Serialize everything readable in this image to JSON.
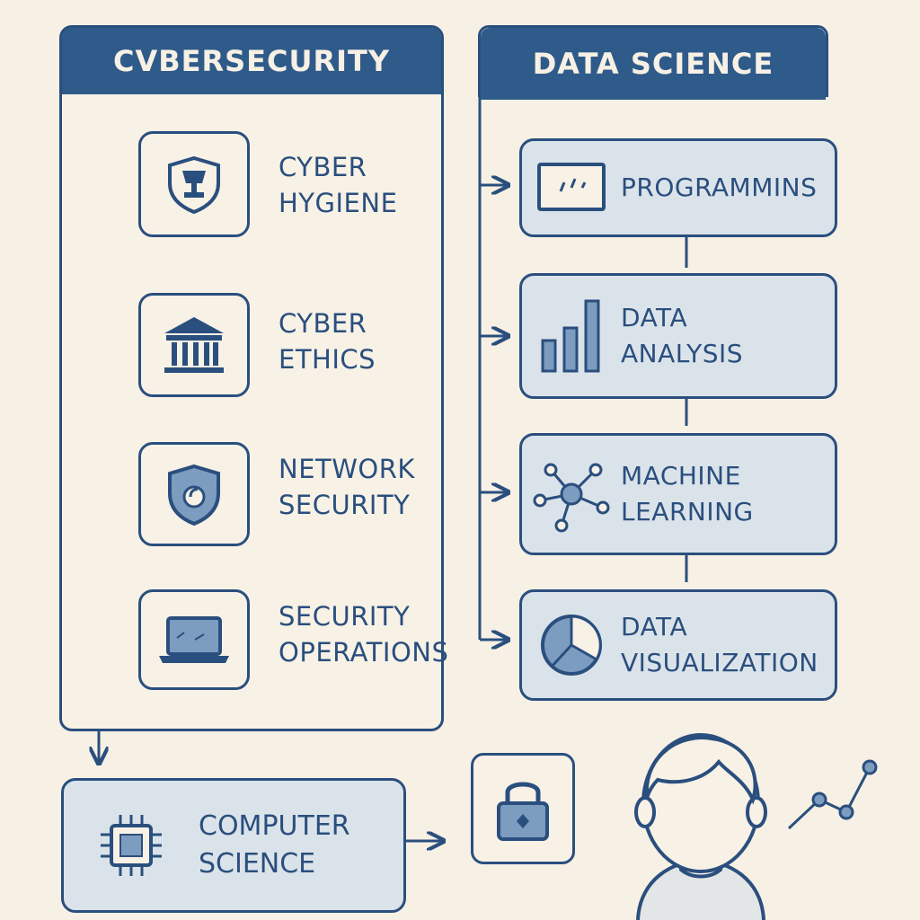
{
  "cybersecurity": {
    "title": "CVBERSECURITY",
    "items": [
      {
        "line1": "CYBER",
        "line2": "HYGIENE",
        "icon": "shield-trophy-icon"
      },
      {
        "line1": "CYBER",
        "line2": "ETHICS",
        "icon": "courthouse-icon"
      },
      {
        "line1": "NETWORK",
        "line2": "SECURITY",
        "icon": "shield-icon"
      },
      {
        "line1": "SECURITY",
        "line2": "OPERATIONS",
        "icon": "laptop-icon"
      }
    ]
  },
  "data_science": {
    "title": "DATA SCIENCE",
    "items": [
      {
        "line1": "PROGRAMMINS",
        "line2": "",
        "icon": "monitor-code-icon"
      },
      {
        "line1": "DATA",
        "line2": "ANALYSIS",
        "icon": "bar-chart-icon"
      },
      {
        "line1": "MACHINE",
        "line2": "LEARNING",
        "icon": "network-node-icon"
      },
      {
        "line1": "DATA",
        "line2": "VISUALIZATION",
        "icon": "pie-chart-icon"
      }
    ]
  },
  "computer_science": {
    "line1": "COMPUTER",
    "line2": "SCIENCE",
    "icon": "cpu-chip-icon"
  },
  "extras": {
    "lock_icon": "padlock-icon",
    "person_icon": "person-icon",
    "trend_icon": "trend-line-icon"
  },
  "colors": {
    "background": "#f7f0e4",
    "navy": "#2a4f7e",
    "header": "#2f5b8a",
    "card_fill": "#dbe3ea",
    "icon_fill": "#7c9cc0"
  }
}
